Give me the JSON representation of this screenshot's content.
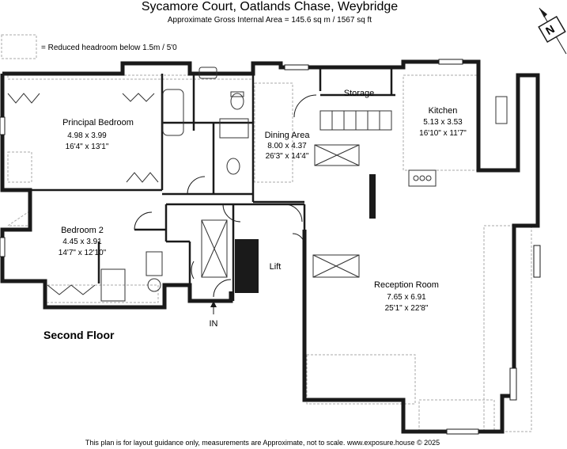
{
  "header": {
    "title": "Sycamore Court, Oatlands Chase, Weybridge",
    "subtitle": "Approximate Gross Internal Area = 145.6 sq m / 1567 sq ft"
  },
  "legend": {
    "text": "= Reduced headroom below 1.5m / 5'0"
  },
  "compass": {
    "letter": "N"
  },
  "rooms": {
    "principal_bedroom": {
      "name": "Principal Bedroom",
      "metric": "4.98 x 3.99",
      "imperial": "16'4\" x 13'1\""
    },
    "dining_area": {
      "name": "Dining Area",
      "metric": "8.00 x 4.37",
      "imperial": "26'3\" x 14'4\""
    },
    "storage": {
      "name": "Storage"
    },
    "kitchen": {
      "name": "Kitchen",
      "metric": "5.13 x 3.53",
      "imperial": "16'10\" x 11'7\""
    },
    "bedroom2": {
      "name": "Bedroom 2",
      "metric": "4.45 x 3.91",
      "imperial": "14'7\" x 12'10\""
    },
    "lift": {
      "name": "Lift"
    },
    "reception_room": {
      "name": "Reception Room",
      "metric": "7.65 x 6.91",
      "imperial": "25'1\" x 22'8\""
    }
  },
  "entrance": {
    "label": "IN"
  },
  "floor_label": "Second Floor",
  "footer": "This plan is for layout guidance only, measurements are Approximate, not to scale. www.exposure.house © 2025",
  "colors": {
    "wall": "#1a1a1a",
    "headroom": "#aaaaaa",
    "fixture": "#333333"
  }
}
